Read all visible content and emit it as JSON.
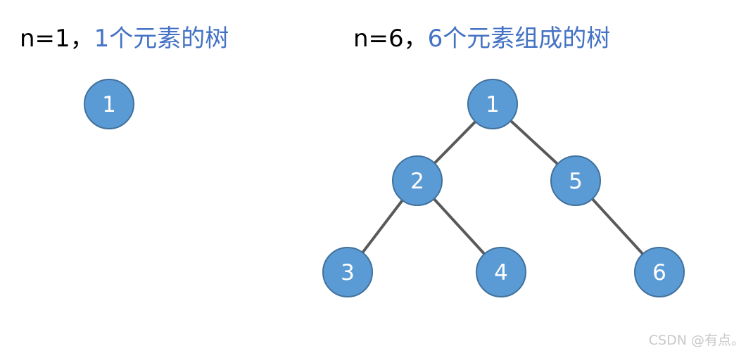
{
  "left_caption": {
    "prefix": "n=1，",
    "highlight": "1个元素的树"
  },
  "right_caption": {
    "prefix": "n=6，",
    "highlight": "6个元素组成的树"
  },
  "trees": [
    {
      "nodes": [
        "1"
      ],
      "edges": []
    },
    {
      "nodes": [
        "1",
        "2",
        "5",
        "3",
        "4",
        "6"
      ],
      "edges": [
        [
          "1",
          "2"
        ],
        [
          "1",
          "5"
        ],
        [
          "2",
          "3"
        ],
        [
          "2",
          "4"
        ],
        [
          "5",
          "6"
        ]
      ]
    }
  ],
  "colors": {
    "node_fill": "#5b9bd5",
    "node_stroke": "#41719c",
    "edge": "#595959",
    "highlight_text": "#4472c4"
  },
  "watermark": "CSDN @有点。"
}
